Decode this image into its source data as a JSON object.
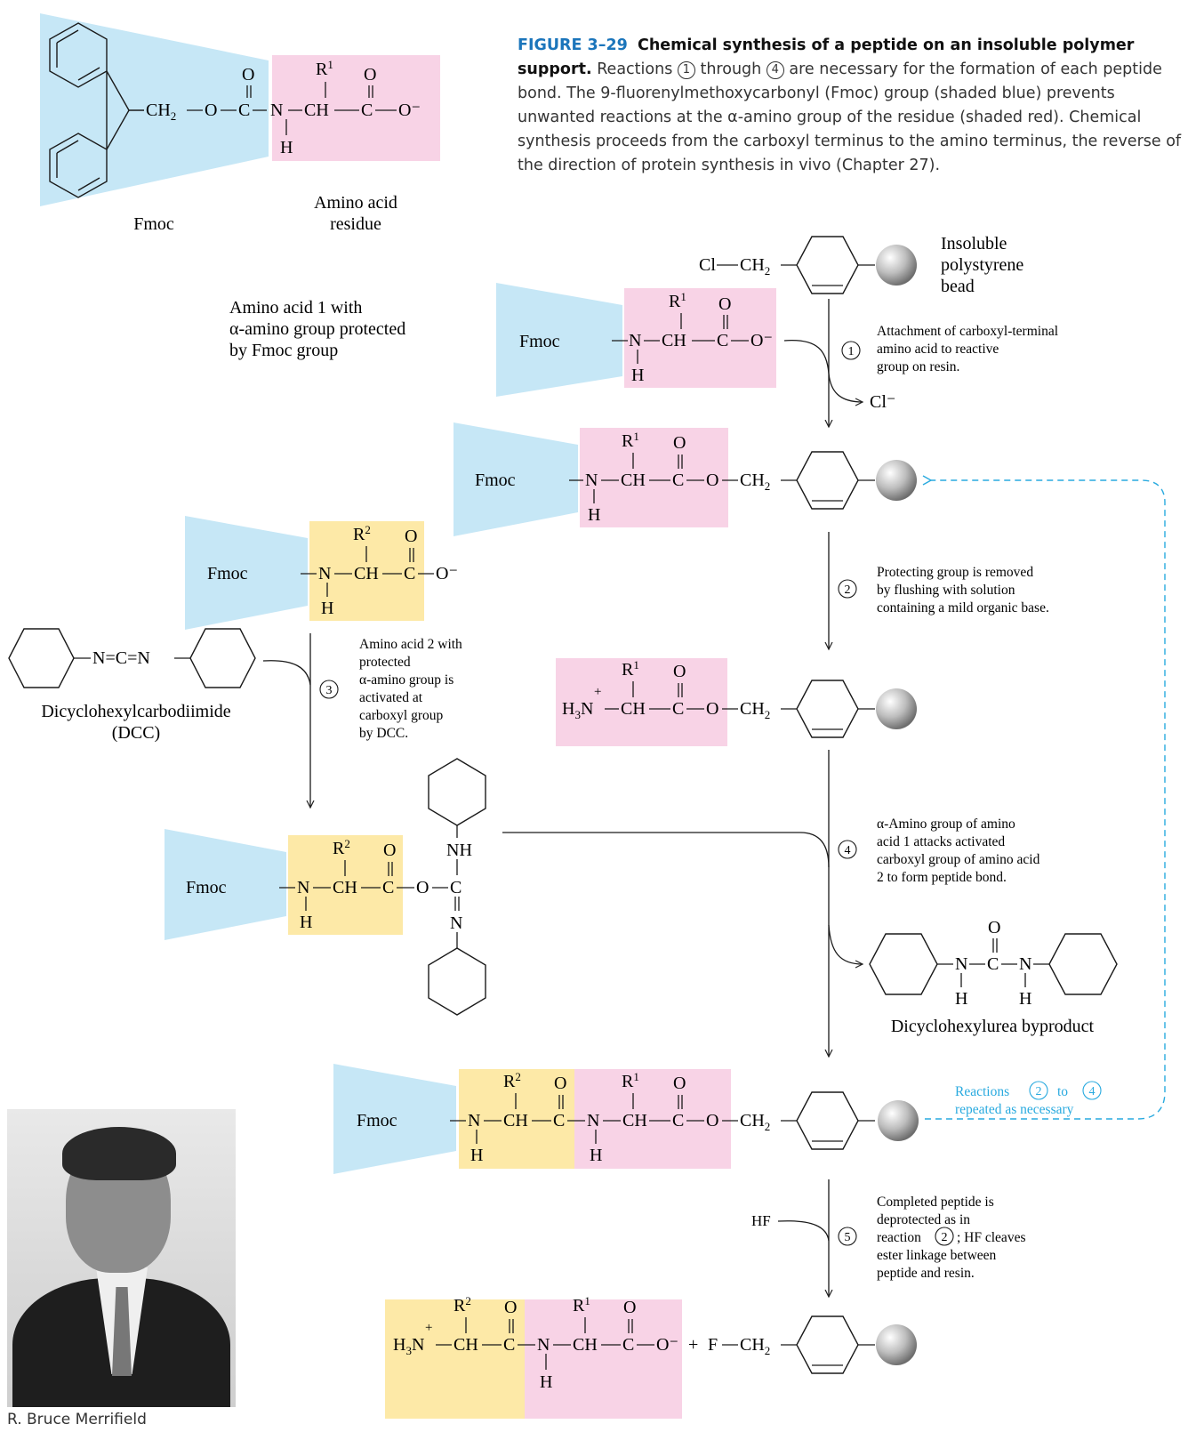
{
  "caption": {
    "figure_label": "FIGURE 3–29",
    "heading": "Chemical synthesis of a peptide on an insoluble polymer support.",
    "pre_1": "Reactions",
    "mid_1": "through",
    "n1": "1",
    "n4": "4",
    "body": "are necessary for the formation of each peptide bond. The 9-fluorenylmethoxycarbonyl (Fmoc) group (shaded blue) prevents unwanted reactions at the α-amino group of the residue (shaded red). Chemical synthesis proceeds from the carboxyl terminus to the amino terminus, the reverse of the direction of protein synthesis in vivo (Chapter 27)."
  },
  "labels": {
    "fmoc": "Fmoc",
    "amino_acid_residue_1": "Amino acid",
    "amino_acid_residue_2": "residue",
    "bead_1": "Insoluble",
    "bead_2": "polystyrene",
    "bead_3": "bead",
    "aa1_1": "Amino acid 1 with",
    "aa1_2": "α-amino group protected",
    "aa1_3": "by Fmoc group",
    "dcc_name": "Dicyclohexylcarbodiimide",
    "dcc_abbr": "(DCC)",
    "urea": "Dicyclohexylurea byproduct",
    "cl_ion": "Cl⁻",
    "hf": "HF"
  },
  "steps": {
    "s1": {
      "num": "1",
      "lines": [
        "Attachment of carboxyl-terminal",
        "amino acid to reactive",
        "group on resin."
      ]
    },
    "s2": {
      "num": "2",
      "lines": [
        "Protecting group is removed",
        "by flushing with solution",
        "containing a mild organic base."
      ]
    },
    "s3": {
      "num": "3",
      "lines": [
        "Amino acid 2 with",
        "protected",
        "α-amino group is",
        "activated at",
        "carboxyl group",
        "by DCC."
      ]
    },
    "s4": {
      "num": "4",
      "lines": [
        "α-Amino group of amino",
        "acid 1 attacks activated",
        "carboxyl group of amino acid",
        "2 to form peptide bond."
      ]
    },
    "s5": {
      "num": "5",
      "lines": [
        "Completed peptide is",
        "deprotected as in",
        "reaction",
        "; HF cleaves",
        "ester linkage between",
        "peptide and resin."
      ],
      "ref": "2"
    }
  },
  "repeat": {
    "pre": "Reactions",
    "a": "2",
    "mid": "to",
    "b": "4",
    "line2": "repeated as necessary"
  },
  "chem": {
    "R1": "R",
    "R2": "R",
    "sup1": "1",
    "sup2": "2",
    "O": "O",
    "N": "N",
    "H": "H",
    "CH": "CH",
    "C": "C",
    "CH2": "CH",
    "sub2": "2",
    "Ominus": "O⁻",
    "Cl": "Cl",
    "NH": "NH",
    "H3N": "H",
    "sub3": "3",
    "F": "F",
    "plus": "+",
    "ncn": "N=C=N"
  },
  "photo_caption": "R. Bruce Merrifield",
  "colors": {
    "fmoc_blue": "#c6e7f6",
    "residue_pink": "#f8d3e6",
    "residue_yellow": "#fde9a7",
    "accent_cyan": "#29aadf",
    "title_blue": "#1b75bb"
  }
}
